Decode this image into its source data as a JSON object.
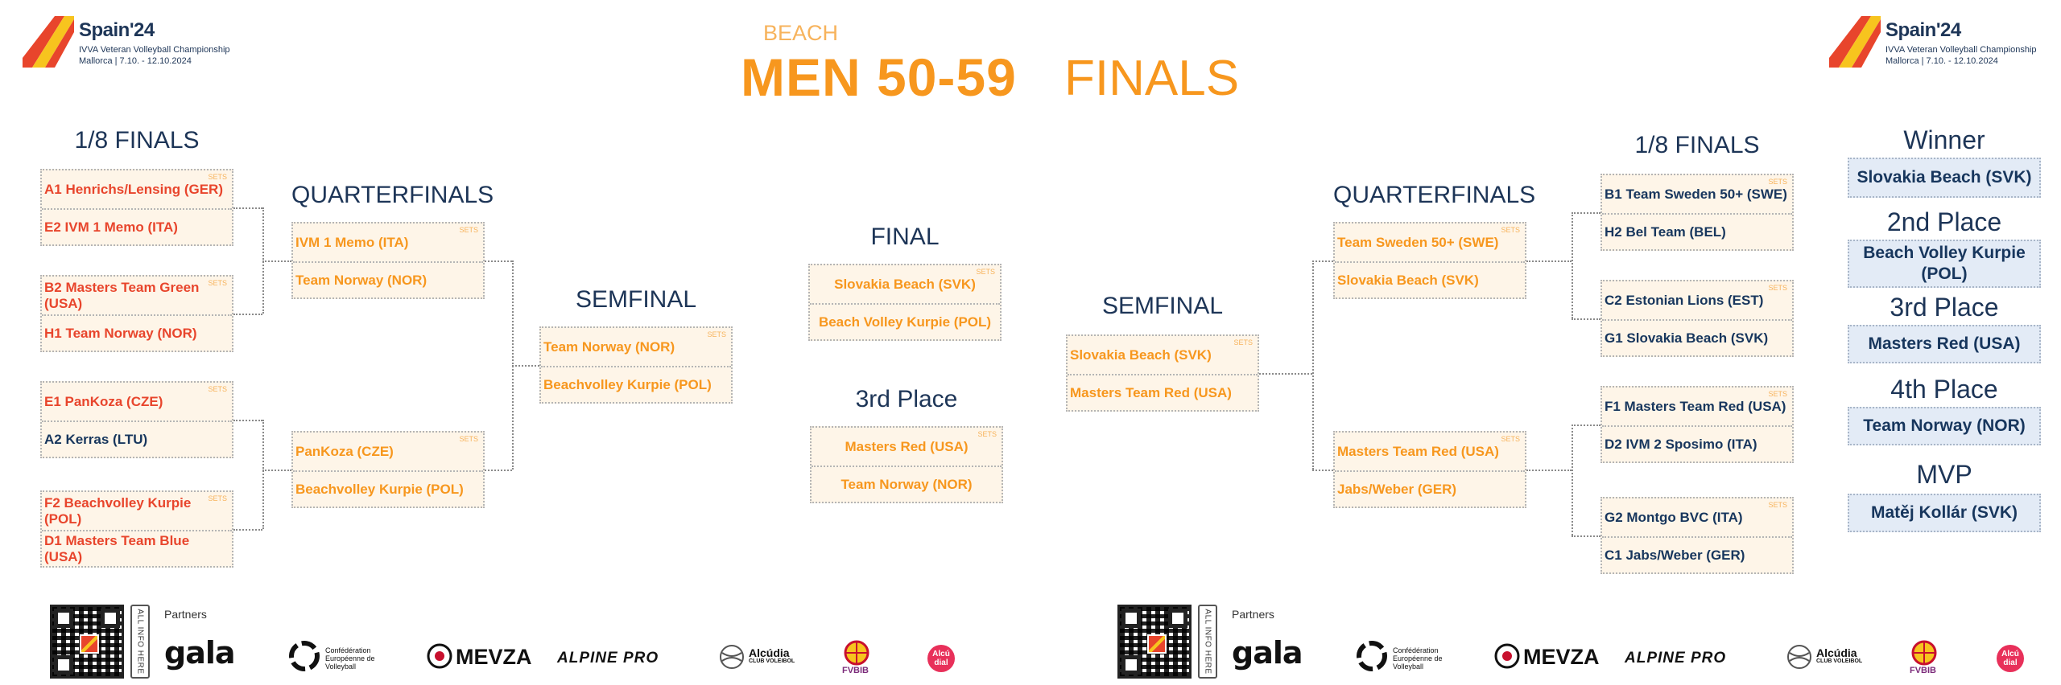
{
  "header": {
    "logo_name": "Spain'24",
    "logo_sub1": "IVVA Veteran Volleyball Championship",
    "logo_sub2": "Mallorca | 7.10. - 12.10.2024",
    "beach": "BEACH",
    "category": "MEN 50-59",
    "finals": "FINALS"
  },
  "colors": {
    "orange": "#f7971e",
    "navy": "#17365d",
    "red": "#e8452c"
  },
  "rounds": {
    "r16": "1/8 FINALS",
    "qf": "QUARTERFINALS",
    "sf_left": "SEMFINAL",
    "sf_right": "SEMFINAL",
    "final": "FINAL",
    "third": "3rd Place"
  },
  "sets_label": "SETS",
  "left": {
    "r16": [
      {
        "t1": "A1 Henrichs/Lensing (GER)",
        "t2": "E2 IVM 1 Memo (ITA)"
      },
      {
        "t1": "B2 Masters Team Green (USA)",
        "t2": "H1 Team Norway (NOR)"
      },
      {
        "t1": "E1 PanKoza (CZE)",
        "t2": "A2 Kerras (LTU)"
      },
      {
        "t1": "F2 Beachvolley Kurpie (POL)",
        "t2": "D1 Masters Team Blue (USA)"
      }
    ],
    "qf": [
      {
        "t1": "IVM 1 Memo (ITA)",
        "t2": "Team Norway (NOR)"
      },
      {
        "t1": "PanKoza (CZE)",
        "t2": "Beachvolley Kurpie (POL)"
      }
    ],
    "sf": {
      "t1": "Team Norway (NOR)",
      "t2": "Beachvolley Kurpie (POL)"
    }
  },
  "center": {
    "final": {
      "t1": "Slovakia Beach (SVK)",
      "t2": "Beach Volley Kurpie (POL)"
    },
    "third": {
      "t1": "Masters Red (USA)",
      "t2": "Team Norway (NOR)"
    }
  },
  "right": {
    "r16": [
      {
        "t1": "B1 Team Sweden 50+ (SWE)",
        "t2": "H2 Bel Team (BEL)"
      },
      {
        "t1": "C2 Estonian Lions (EST)",
        "t2": "G1 Slovakia Beach (SVK)"
      },
      {
        "t1": "F1 Masters Team Red (USA)",
        "t2": "D2 IVM 2 Sposimo (ITA)"
      },
      {
        "t1": "G2 Montgo BVC (ITA)",
        "t2": "C1 Jabs/Weber (GER)"
      }
    ],
    "qf": [
      {
        "t1": "Team Sweden 50+ (SWE)",
        "t2": "Slovakia Beach (SVK)"
      },
      {
        "t1": "Masters Team Red (USA)",
        "t2": "Jabs/Weber (GER)"
      }
    ],
    "sf": {
      "t1": "Slovakia Beach (SVK)",
      "t2": "Masters Team Red (USA)"
    }
  },
  "awards": [
    {
      "title": "Winner",
      "value": "Slovakia Beach (SVK)"
    },
    {
      "title": "2nd Place",
      "value": "Beach Volley Kurpie (POL)"
    },
    {
      "title": "3rd Place",
      "value": "Masters Red (USA)"
    },
    {
      "title": "4th Place",
      "value": "Team Norway (NOR)"
    },
    {
      "title": "MVP",
      "value": "Matěj Kollár (SVK)"
    }
  ],
  "footer": {
    "all_info": "ALL INFO HERE",
    "partners": "Partners",
    "gala": "gala",
    "cev": "Confédération Européenne de Volleyball",
    "mevza": "MEVZA",
    "alpine": "ALPINE PRO",
    "alcudia": "Alcúdia",
    "alcudia_sub": "CLUB VOLEIBOL",
    "fvbib": "FVBIB",
    "alcu_dial": "Alcú dial"
  }
}
